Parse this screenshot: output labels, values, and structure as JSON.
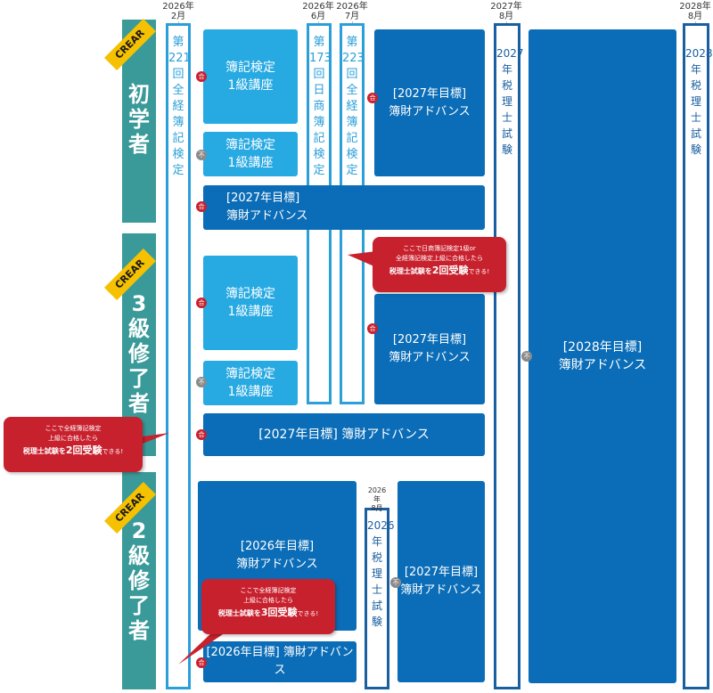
{
  "timeline": [
    {
      "year": "2026年",
      "month": "2月"
    },
    {
      "year": "2026年",
      "month": "6月"
    },
    {
      "year": "2026年",
      "month": "7月"
    },
    {
      "year": "2027年",
      "month": "8月"
    },
    {
      "year": "2028年",
      "month": "8月"
    }
  ],
  "tracks": {
    "beginner": {
      "badge": "CREAR",
      "label": [
        "初",
        "学",
        "者"
      ]
    },
    "grade3": {
      "badge": "CREAR",
      "label": [
        "3",
        "級",
        "修",
        "了",
        "者"
      ]
    },
    "grade2": {
      "badge": "CREAR",
      "label": [
        "2",
        "級",
        "修",
        "了",
        "者"
      ]
    }
  },
  "exams": {
    "e221": [
      "第",
      "221",
      "回",
      "全",
      "経",
      "簿",
      "記",
      "検",
      "定"
    ],
    "e173": [
      "第",
      "173",
      "回",
      "日",
      "商",
      "簿",
      "記",
      "検",
      "定"
    ],
    "e223": [
      "第",
      "223",
      "回",
      "全",
      "経",
      "簿",
      "記",
      "検",
      "定"
    ],
    "tax2027": [
      "2027",
      "年",
      "",
      "税",
      "理",
      "士",
      "試",
      "験"
    ],
    "tax2028": [
      "2028",
      "年",
      "",
      "税",
      "理",
      "士",
      "試",
      "験"
    ],
    "tax2026": {
      "date": [
        "2026年",
        "8月"
      ],
      "text": [
        "2026",
        "年",
        "税",
        "理",
        "士",
        "試",
        "験"
      ]
    }
  },
  "courses": {
    "lv1": [
      "簿記検定",
      "1級講座"
    ],
    "adv2027": [
      "[2027年目標]",
      "簿財アドバンス"
    ],
    "adv2027_inline": "[2027年目標] 簿財アドバンス",
    "adv2028": [
      "[2028年目標]",
      "簿財アドバンス"
    ],
    "adv2026": [
      "[2026年目標]",
      "簿財アドバンス"
    ],
    "adv2026_inline": "[2026年目標] 簿財アドバンス"
  },
  "badges": {
    "pass": "合",
    "fail": "不"
  },
  "callouts": {
    "c1": {
      "line1": "ここで日商簿記検定1級or",
      "line2": "全経簿記検定上級に合格したら",
      "tail": "税理士試験を",
      "emph": "2回受験",
      "end": "できる!"
    },
    "c2": {
      "line1": "ここで全経簿記検定",
      "line2": "上級に合格したら",
      "tail": "税理士試験を",
      "emph": "2回受験",
      "end": "できる!"
    },
    "c3": {
      "line1": "ここで全経簿記検定",
      "line2": "上級に合格したら",
      "tail": "税理士試験を",
      "emph": "3回受験",
      "end": "できる!"
    }
  },
  "colors": {
    "teal": "#3a9a99",
    "light_blue": "#27a9e2",
    "navy": "#0b6db7",
    "red": "#c8212e",
    "gold": "#f5c100"
  }
}
